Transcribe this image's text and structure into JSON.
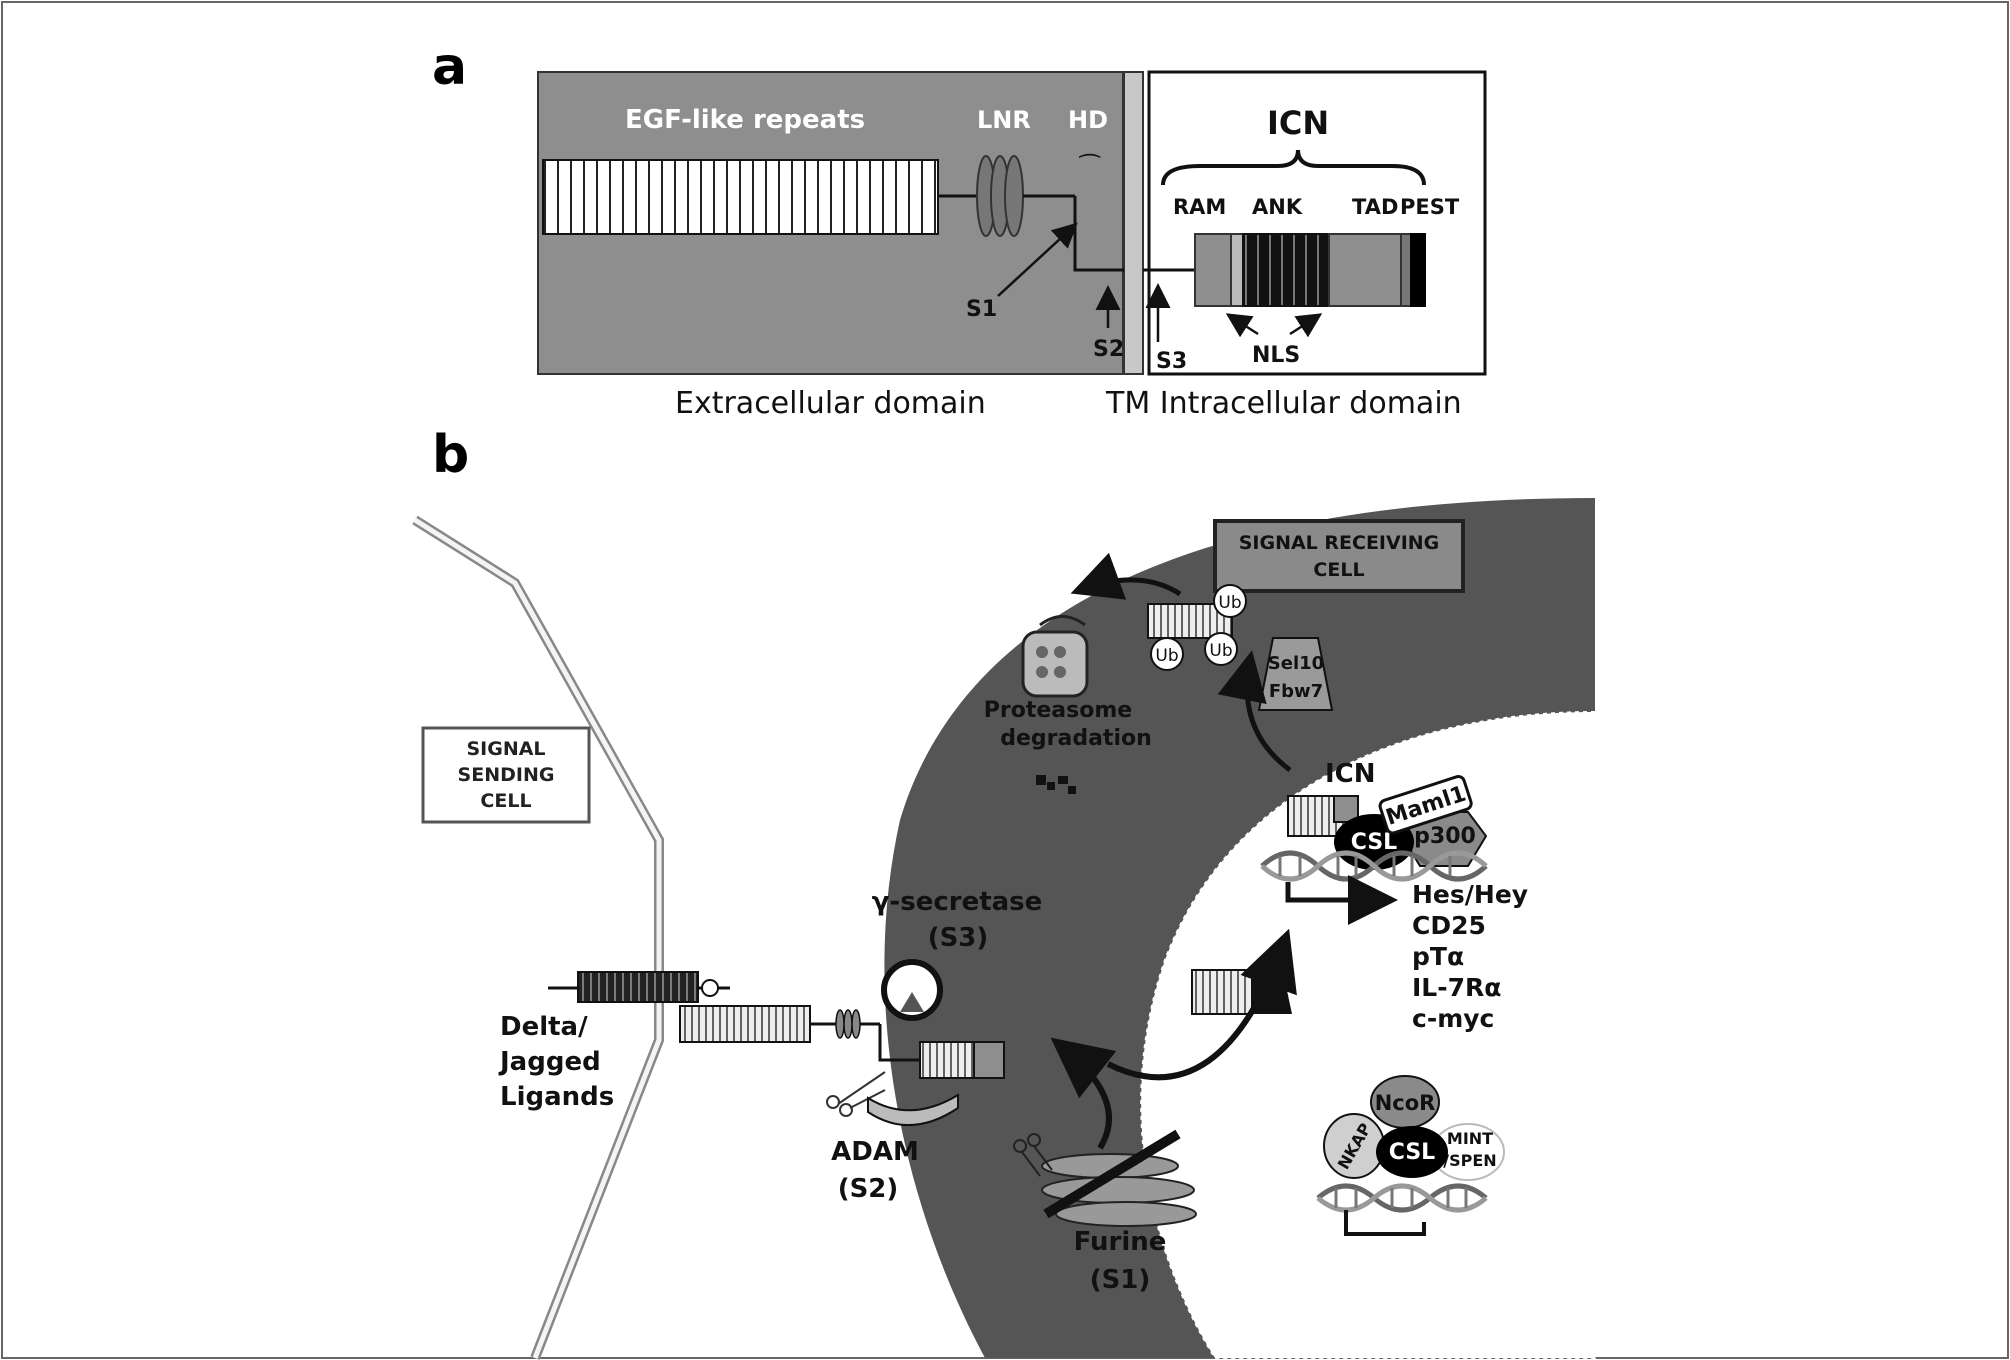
{
  "panel_a": {
    "label": "a",
    "egf": "EGF-like repeats",
    "lnr": "LNR",
    "hd": "HD",
    "icn": "ICN",
    "ram": "RAM",
    "ank": "ANK",
    "tad": "TAD",
    "pest": "PEST",
    "nls": "NLS",
    "s1": "S1",
    "s2": "S2",
    "s3": "S3",
    "extracellular": "Extracellular domain",
    "intracellular": "TM Intracellular domain"
  },
  "panel_b": {
    "label": "b",
    "sending_l1": "SIGNAL",
    "sending_l2": "SENDING",
    "sending_l3": "CELL",
    "receiving_l1": "SIGNAL RECEIVING",
    "receiving_l2": "CELL",
    "proteasome_l1": "Proteasome",
    "proteasome_l2": "degradation",
    "sel10": "Sel10",
    "fbw7": "Fbw7",
    "ub": "Ub",
    "icn": "ICN",
    "maml1": "Maml1",
    "csl": "CSL",
    "p300": "p300",
    "targets": [
      "Hes/Hey",
      "CD25",
      "pTα",
      "IL-7Rα",
      "c-myc"
    ],
    "gamma_l1": "γ-secretase",
    "gamma_l2": "(S3)",
    "delta_l1": "Delta/",
    "delta_l2": "Jagged",
    "delta_l3": "Ligands",
    "adam_l1": "ADAM",
    "adam_l2": "(S2)",
    "furine_l1": "Furine",
    "furine_l2": "(S1)",
    "ncor": "NcoR",
    "nkap": "NKAP",
    "mint_l1": "MINT",
    "mint_l2": "/SPEN",
    "csl2": "CSL"
  }
}
